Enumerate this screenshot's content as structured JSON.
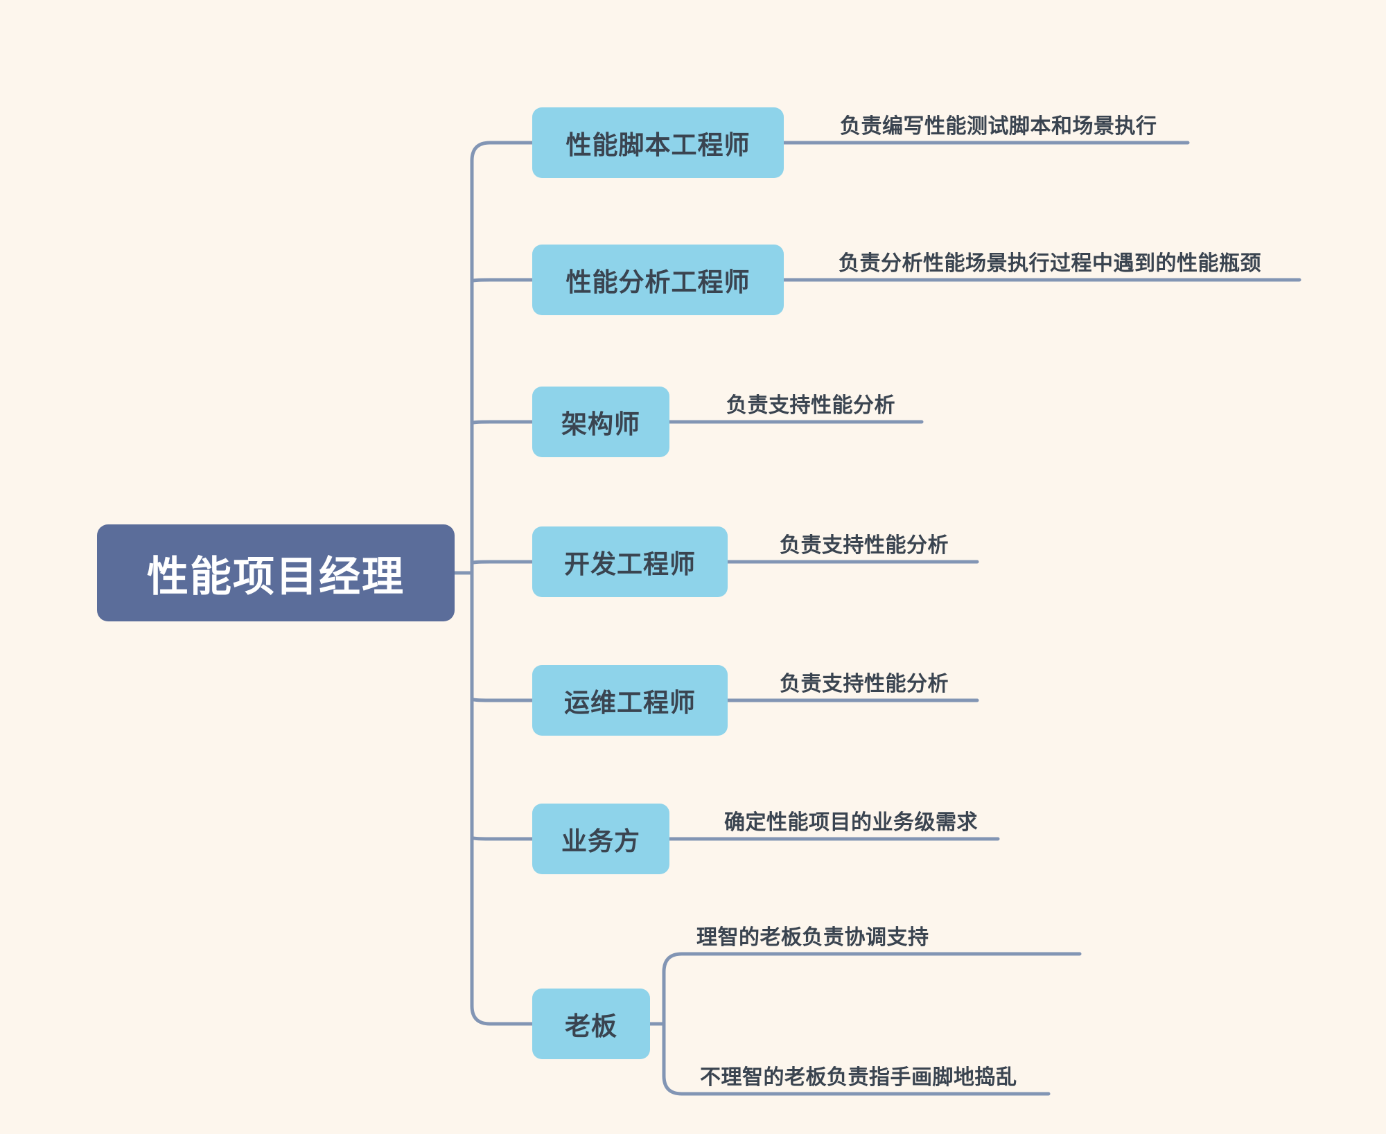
{
  "diagram": {
    "title": "性能项目经理",
    "type": "mindmap",
    "background_color": "#fdf6ed",
    "root_color": "#5b6d9a",
    "node_color": "#8ed3ea",
    "line_color": "#8295b4",
    "text_color": "#3a4450",
    "root": {
      "label": "性能项目经理"
    },
    "branches": [
      {
        "label": "性能脚本工程师",
        "descriptions": [
          "负责编写性能测试脚本和场景执行"
        ]
      },
      {
        "label": "性能分析工程师",
        "descriptions": [
          "负责分析性能场景执行过程中遇到的性能瓶颈"
        ]
      },
      {
        "label": "架构师",
        "descriptions": [
          "负责支持性能分析"
        ]
      },
      {
        "label": "开发工程师",
        "descriptions": [
          "负责支持性能分析"
        ]
      },
      {
        "label": "运维工程师",
        "descriptions": [
          "负责支持性能分析"
        ]
      },
      {
        "label": "业务方",
        "descriptions": [
          "确定性能项目的业务级需求"
        ]
      },
      {
        "label": "老板",
        "descriptions": [
          "理智的老板负责协调支持",
          "不理智的老板负责指手画脚地捣乱"
        ]
      }
    ]
  }
}
